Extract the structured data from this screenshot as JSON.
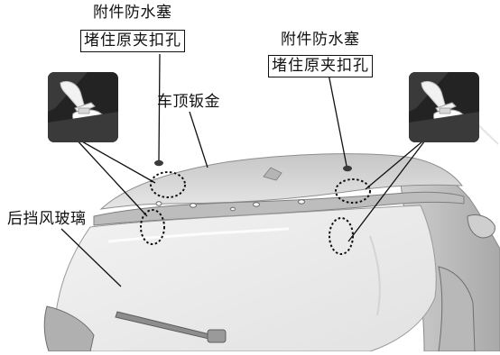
{
  "callouts": {
    "plug_left": {
      "line1": "附件防水塞",
      "line2": "堵住原夹扣孔"
    },
    "plug_right": {
      "line1": "附件防水塞",
      "line2": "堵住原夹扣孔"
    },
    "roof_panel": "车顶钣金",
    "rear_window": "后挡风玻璃"
  },
  "icons": {
    "left": "applying-sealant-hand-icon",
    "right": "applying-sealant-hand-icon"
  },
  "colors": {
    "ink": "#111111",
    "icon_bg": "#232323",
    "body_light": "#d8d8d8",
    "body_dark": "#9e9e9e",
    "glass": "#eeeeee"
  }
}
